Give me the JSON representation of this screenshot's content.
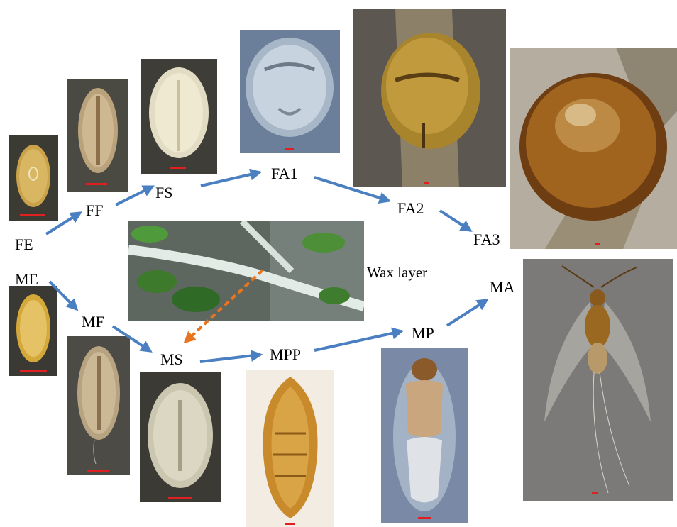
{
  "labels": {
    "fe": "FE",
    "ff": "FF",
    "fs": "FS",
    "fa1": "FA1",
    "fa2": "FA2",
    "fa3": "FA3",
    "me": "ME",
    "mf": "MF",
    "ms": "MS",
    "mpp": "MPP",
    "mp": "MP",
    "ma": "MA",
    "wax": "Wax layer"
  },
  "colors": {
    "arrow": "#4a7fc1",
    "dashed_arrow": "#e8741e",
    "scale_bar": "#e02020"
  }
}
